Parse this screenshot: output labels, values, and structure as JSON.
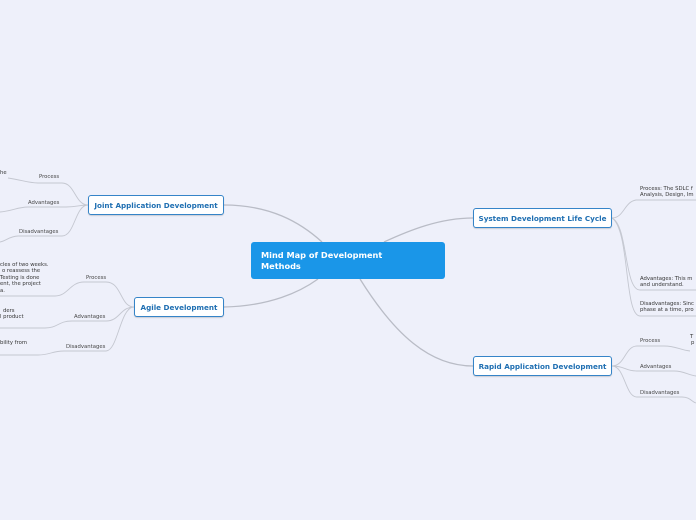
{
  "central_topic": {
    "line1": "Mind Map of Development",
    "line2": "Methods"
  },
  "branches": {
    "jad": {
      "label": "Joint Application Development",
      "subtopics": {
        "process": "Process",
        "advantages": "Advantages",
        "disadvantages": "Disadvantages"
      },
      "process_fragment": "he"
    },
    "agile": {
      "label": "Agile Development",
      "subtopics": {
        "process": "Process",
        "advantages": "Advantages",
        "disadvantages": "Disadvantages"
      },
      "process_fragment": [
        "cles of two weeks.",
        "o reassess the",
        "Testing is done",
        "ent, the project",
        "a."
      ],
      "advantages_fragment": [
        "ders",
        "l product"
      ],
      "disadvantages_fragment": "bility from"
    },
    "sdlc": {
      "label": "System Development Life Cycle",
      "process_fragment": [
        "Process: The SDLC f",
        "Analysis, Design, Im"
      ],
      "advantages_fragment": [
        "Advantages: This m",
        "and understand."
      ],
      "disadvantages_fragment": [
        "Disadvantages: Sinc",
        "phase at a time, pro"
      ]
    },
    "rad": {
      "label": "Rapid Application Development",
      "subtopics": {
        "process": "Process",
        "advantages": "Advantages",
        "disadvantages": "Disadvantages"
      },
      "process_fragment": [
        "T",
        "p"
      ]
    }
  },
  "colors": {
    "background": "#eef0fa",
    "central": "#1a96e8",
    "branch_border": "#3584c8",
    "link": "#b9bcc6"
  }
}
